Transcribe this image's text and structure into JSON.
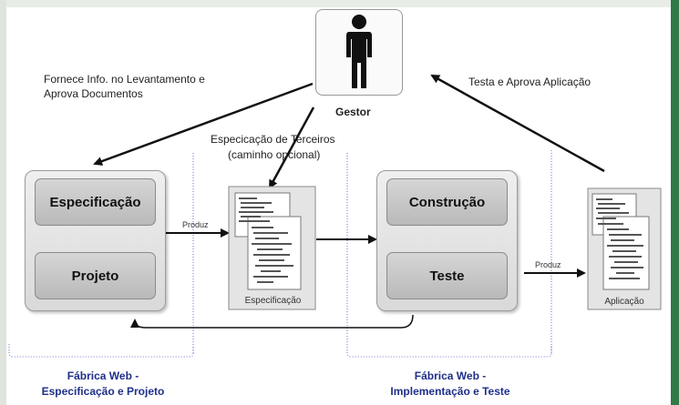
{
  "actor": {
    "label": "Gestor"
  },
  "labels": {
    "fornece": [
      "Fornece Info. no Levantamento e",
      "Aprova Documentos"
    ],
    "testa": "Testa e Aprova Aplicação",
    "terceiros": [
      "Especicação de Terceiros",
      "(caminho opcional)"
    ],
    "produz_1": "Produz",
    "produz_2": "Produz"
  },
  "left_group": {
    "step1": "Especificação",
    "step2": "Projeto",
    "footer": [
      "Fábrica Web -",
      "Especificação e Projeto"
    ]
  },
  "right_group": {
    "step1": "Construção",
    "step2": "Teste",
    "footer": [
      "Fábrica Web -",
      "Implementação e Teste"
    ]
  },
  "documents": {
    "spec_caption": "Especificação",
    "app_caption": "Aplicação"
  },
  "colors": {
    "footer_text": "#1f2f8a",
    "frame": "#2e6b43"
  }
}
